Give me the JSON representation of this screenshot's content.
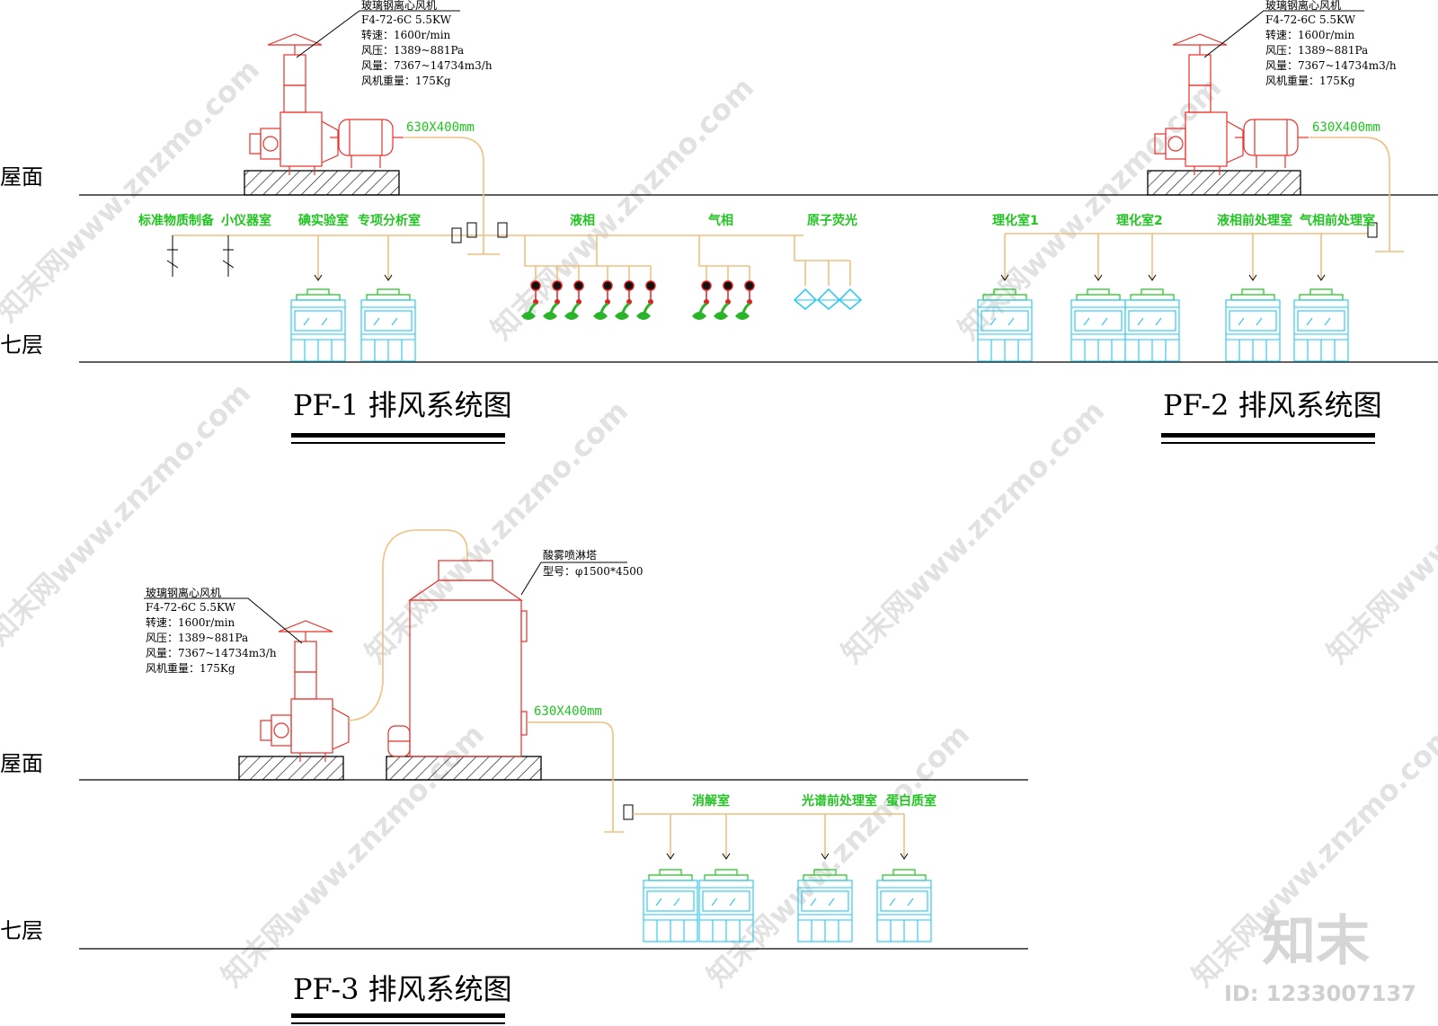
{
  "floors": {
    "roof": "屋面",
    "seventh": "七层"
  },
  "systems": {
    "pf1": {
      "title": "PF-1 排风系统图",
      "fan": {
        "name": "玻璃钢离心风机",
        "model": "F4-72-6C   5.5KW",
        "speed": "转速：1600r/min",
        "pressure": "风压：1389~881Pa",
        "flow": "风量：7367~14734m3/h",
        "weight": "风机重量：175Kg"
      },
      "duct_size": "630X400mm",
      "rooms": [
        "标准物质制备",
        "小仪器室",
        "碘实验室",
        "专项分析室",
        "液相",
        "气相",
        "原子荧光"
      ]
    },
    "pf2": {
      "title": "PF-2 排风系统图",
      "fan": {
        "name": "玻璃钢离心风机",
        "model": "F4-72-6C   5.5KW",
        "speed": "转速：1600r/min",
        "pressure": "风压：1389~881Pa",
        "flow": "风量：7367~14734m3/h",
        "weight": "风机重量：175Kg"
      },
      "duct_size": "630X400mm",
      "rooms": [
        "理化室1",
        "理化室2",
        "液相前处理室",
        "气相前处理室"
      ]
    },
    "pf3": {
      "title": "PF-3 排风系统图",
      "fan": {
        "name": "玻璃钢离心风机",
        "model": "F4-72-6C   5.5KW",
        "speed": "转速：1600r/min",
        "pressure": "风压：1389~881Pa",
        "flow": "风量：7367~14734m3/h",
        "weight": "风机重量：175Kg"
      },
      "tower": {
        "name": "酸雾喷淋塔",
        "model": "型号：φ1500*4500"
      },
      "duct_size": "630X400mm",
      "rooms": [
        "消解室",
        "光谱前处理室",
        "蛋白质室"
      ]
    }
  },
  "watermark": {
    "text": "知末网www.znzmo.com",
    "logo": "知末",
    "id": "ID: 1233007137"
  },
  "colors": {
    "fan": "#e8302a",
    "duct": "#f0c080",
    "room_label": "#22c422",
    "hood": "#27c7f0"
  }
}
